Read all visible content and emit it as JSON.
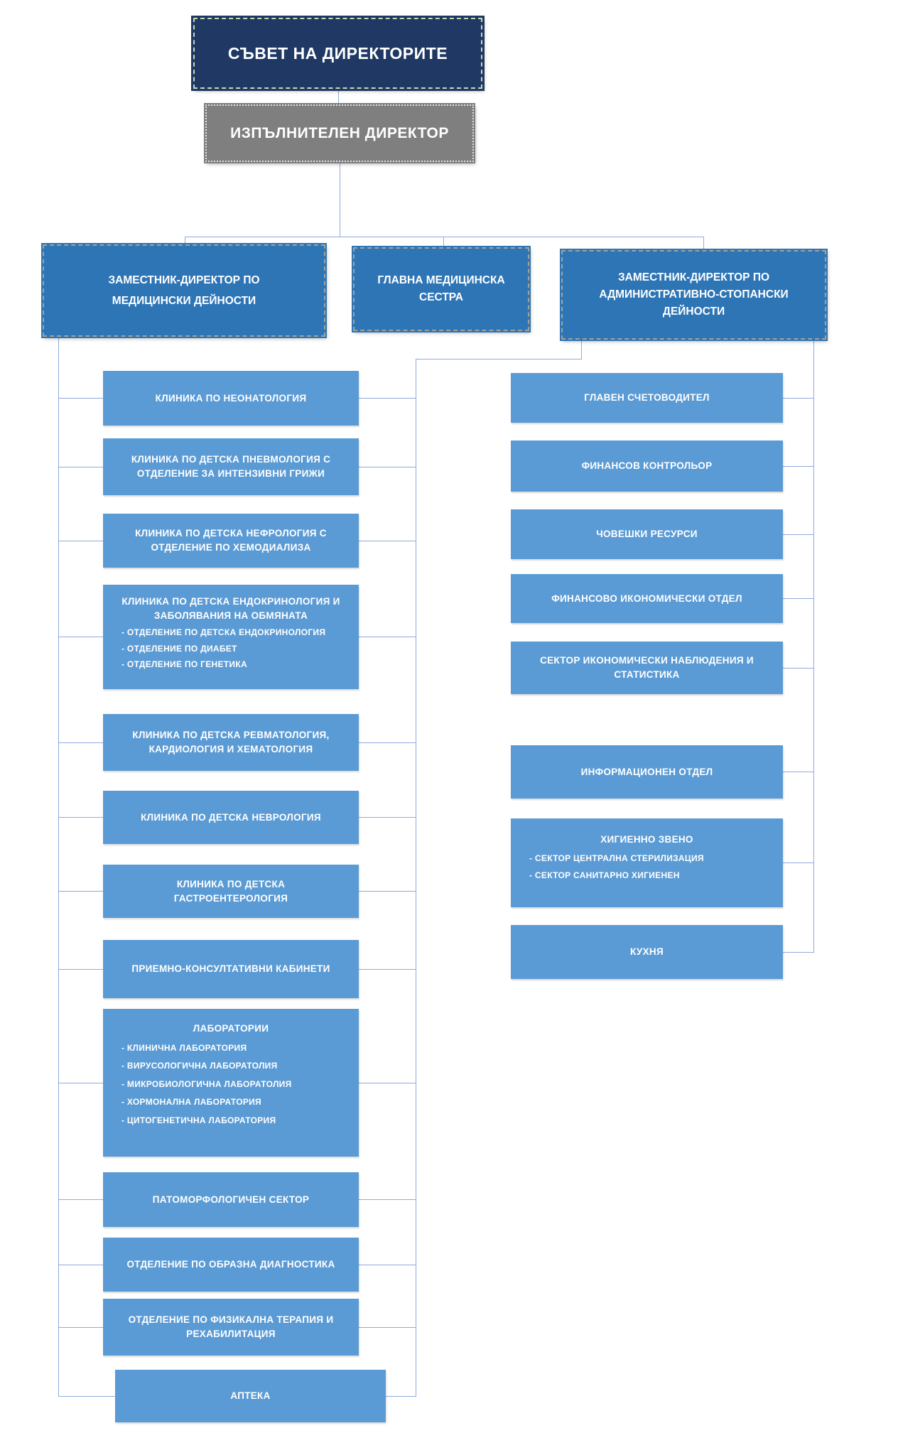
{
  "colors": {
    "navy": "#1f3864",
    "gray": "#7f7f7f",
    "midblue": "#2e75b6",
    "lightblue": "#5b9bd5",
    "line": "#8faadc"
  },
  "org": {
    "council": {
      "label": "СЪВЕТ НА ДИРЕКТОРИТЕ"
    },
    "executive": {
      "label": "ИЗПЪЛНИТЕЛЕН ДИРЕКТОР"
    },
    "deputies": [
      {
        "label": "ЗАМЕСТНИК-ДИРЕКТОР ПО МЕДИЦИНСКИ ДЕЙНОСТИ"
      },
      {
        "label": "ГЛАВНА МЕДИЦИНСКА СЕСТРА"
      },
      {
        "label": "ЗАМЕСТНИК-ДИРЕКТОР ПО АДМИНИСТРАТИВНО-СТОПАНСКИ ДЕЙНОСТИ"
      }
    ],
    "medical_units": [
      {
        "title": "КЛИНИКА ПО НЕОНАТОЛОГИЯ"
      },
      {
        "title": "КЛИНИКА ПО ДЕТСКА ПНЕВМОЛОГИЯ С ОТДЕЛЕНИЕ ЗА ИНТЕНЗИВНИ ГРИЖИ"
      },
      {
        "title": "КЛИНИКА ПО ДЕТСКА НЕФРОЛОГИЯ С ОТДЕЛЕНИЕ ПО ХЕМОДИАЛИЗА"
      },
      {
        "title": "КЛИНИКА ПО ДЕТСКА ЕНДОКРИНОЛОГИЯ И ЗАБОЛЯВАНИЯ НА ОБМЯНАТА",
        "items": [
          "- ОТДЕЛЕНИЕ ПО ДЕТСКА ЕНДОКРИНОЛОГИЯ",
          "- ОТДЕЛЕНИЕ ПО ДИАБЕТ",
          "- ОТДЕЛЕНИЕ ПО ГЕНЕТИКА"
        ]
      },
      {
        "title": "КЛИНИКА ПО ДЕТСКА РЕВМАТОЛОГИЯ, КАРДИОЛОГИЯ И ХЕМАТОЛОГИЯ"
      },
      {
        "title": "КЛИНИКА ПО ДЕТСКА НЕВРОЛОГИЯ"
      },
      {
        "title": "КЛИНИКА ПО ДЕТСКА ГАСТРОЕНТЕРОЛОГИЯ"
      },
      {
        "title": "ПРИЕМНО-КОНСУЛТАТИВНИ КАБИНЕТИ"
      },
      {
        "title": "ЛАБОРАТОРИИ",
        "items": [
          "- КЛИНИЧНА ЛАБОРАТОРИЯ",
          "- ВИРУСОЛОГИЧНА ЛАБОРАТОЛИЯ",
          "- МИКРОБИОЛОГИЧНА ЛАБОРАТОЛИЯ",
          "- ХОРМОНАЛНА ЛАБОРАТОРИЯ",
          "- ЦИТОГЕНЕТИЧНА ЛАБОРАТОРИЯ"
        ]
      },
      {
        "title": "ПАТОМОРФОЛОГИЧЕН СЕКТОР"
      },
      {
        "title": "ОТДЕЛЕНИЕ ПО ОБРАЗНА ДИАГНОСТИКА"
      },
      {
        "title": "ОТДЕЛЕНИЕ ПО ФИЗИКАЛНА ТЕРАПИЯ И РЕХАБИЛИТАЦИЯ"
      },
      {
        "title": "АПТЕКА"
      }
    ],
    "admin_units": [
      {
        "title": "ГЛАВЕН СЧЕТОВОДИТЕЛ"
      },
      {
        "title": "ФИНАНСОВ КОНТРОЛЬОР"
      },
      {
        "title": "ЧОВЕШКИ РЕСУРСИ"
      },
      {
        "title": "ФИНАНСОВО ИКОНОМИЧЕСКИ ОТДЕЛ"
      },
      {
        "title": "СЕКТОР ИКОНОМИЧЕСКИ НАБЛЮДЕНИЯ И СТАТИСТИКА"
      },
      {
        "title": "ИНФОРМАЦИОНЕН ОТДЕЛ"
      },
      {
        "title": "ХИГИЕННО ЗВЕНО",
        "items": [
          "- СЕКТОР ЦЕНТРАЛНА СТЕРИЛИЗАЦИЯ",
          "- СЕКТОР САНИТАРНО ХИГИЕНЕН"
        ]
      },
      {
        "title": "КУХНЯ"
      }
    ]
  }
}
